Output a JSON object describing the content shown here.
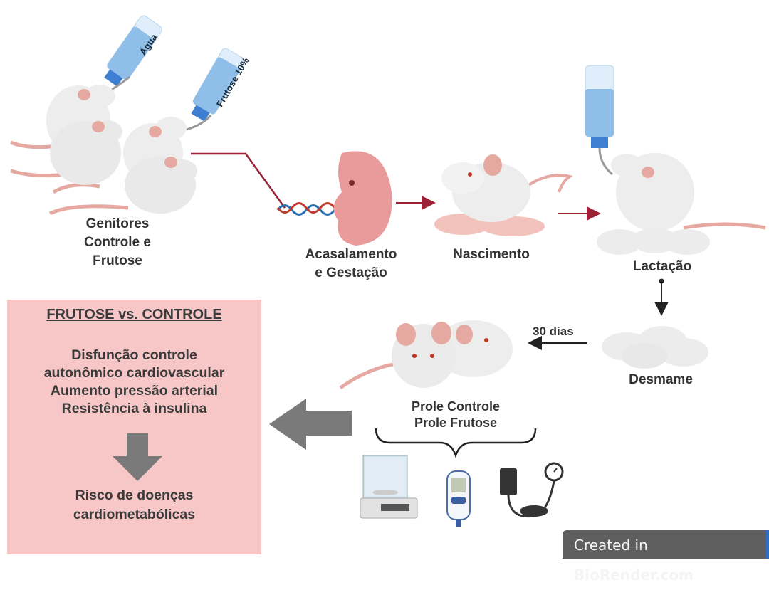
{
  "title": "Protocolo experimental: frutose materna e prole",
  "colors": {
    "panel_bg": "#f7c6c6",
    "arrow_gray": "#7a7a7a",
    "dark_red_line": "#9b2335",
    "dna_blue": "#2b6fb3",
    "bottle_blue": "#8fbfe8",
    "rat_body": "#eeeeee",
    "rat_pink": "#e5a9a2"
  },
  "stages": {
    "genitores": {
      "lines": [
        "Genitores",
        "Controle e",
        "Frutose"
      ]
    },
    "acasalamento": {
      "lines": [
        "Acasalamento",
        "e Gestação"
      ]
    },
    "nascimento": {
      "label": "Nascimento"
    },
    "lactacao": {
      "label": "Lactação"
    },
    "desmame": {
      "label": "Desmame"
    },
    "prole": {
      "lines": [
        "Prole Controle",
        "Prole Frutose"
      ]
    }
  },
  "bottles": {
    "agua": "Água",
    "frutose": "Frutose 10%"
  },
  "timing": {
    "label": "30 dias"
  },
  "measurements": [
    {
      "name": "analytical-balance",
      "icon": "balance-icon"
    },
    {
      "name": "glucometer",
      "icon": "glucometer-icon"
    },
    {
      "name": "blood-pressure-cuff",
      "icon": "sphygmomanometer-icon"
    }
  ],
  "results_panel": {
    "title": "FRUTOSE vs. CONTROLE",
    "findings": [
      "Disfunção controle",
      "autonômico cardiovascular",
      "Aumento pressão arterial",
      "Resistência à insulina"
    ],
    "conclusion": [
      "Risco de doenças",
      "cardiometabólicas"
    ]
  },
  "watermark": {
    "prefix": "Created in ",
    "brand": "BioRender.com"
  }
}
